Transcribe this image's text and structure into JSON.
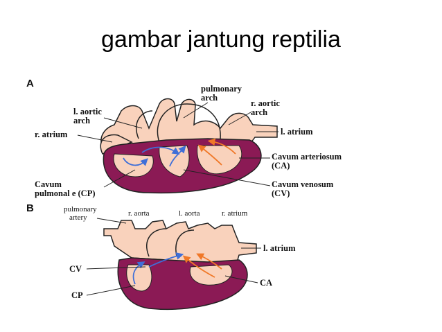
{
  "title": "gambar jantung reptilia",
  "colors": {
    "ventricle": "#8b1a55",
    "vessel": "#f9d2bc",
    "outline": "#222222",
    "arrow_blue": "#3f6fd8",
    "arrow_orange": "#f07828"
  },
  "panel_a": {
    "letter": "A",
    "labels": {
      "pulmonary_arch_1": "pulmonary",
      "pulmonary_arch_2": "arch",
      "l_aortic_arch_1": "l. aortic",
      "l_aortic_arch_2": "arch",
      "r_aortic_arch_1": "r. aortic",
      "r_aortic_arch_2": "arch",
      "r_atrium": "r. atrium",
      "l_atrium": "l. atrium",
      "cavum_arteriosum_1": "Cavum arteriosum",
      "cavum_arteriosum_2": "(CA)",
      "cavum_venosum_1": "Cavum venosum",
      "cavum_venosum_2": "(CV)",
      "cavum_pulmonale_1": "Cavum",
      "cavum_pulmonale_2": "pulmonal e (CP)"
    }
  },
  "panel_b": {
    "letter": "B",
    "labels": {
      "pulmonary_artery_1": "pulmonary",
      "pulmonary_artery_2": "artery",
      "r_aorta": "r. aorta",
      "l_aorta": "l. aorta",
      "r_atrium": "r. atrium",
      "l_atrium": "l. atrium",
      "cv": "CV",
      "cp": "CP",
      "ca": "CA"
    }
  }
}
